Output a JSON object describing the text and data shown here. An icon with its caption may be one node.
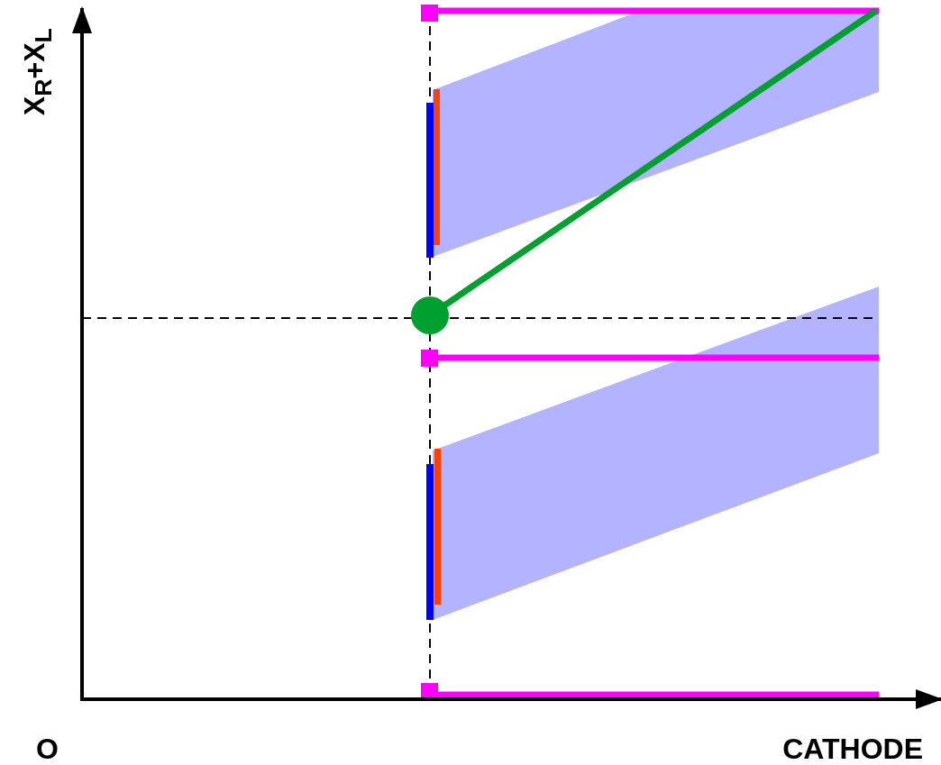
{
  "diagram": {
    "labels": [
      "X$_{R}$+X$_{L}$",
      "O",
      "CATHODE"
    ]
  }
}
